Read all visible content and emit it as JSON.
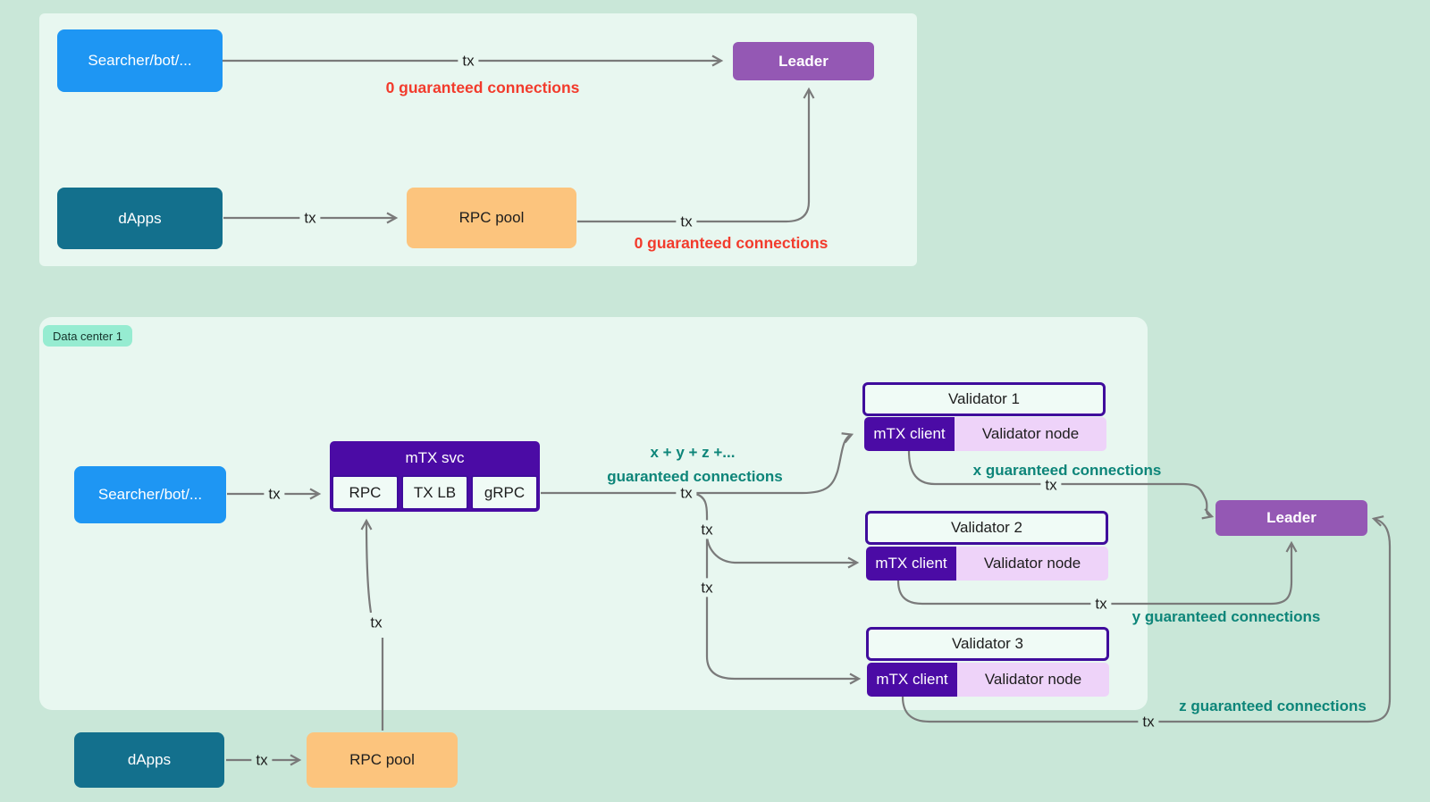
{
  "colors": {
    "outer_bg": "#c9e7d8",
    "panel_bg": "#e8f7f0",
    "blue": "#1e96f3",
    "teal_box": "#13708d",
    "purple": "#9458b4",
    "deep_purple": "#4b0ba5",
    "lavender": "#eed3f9",
    "orange": "#fcc47d",
    "cell_bg": "#f0fbf6",
    "red": "#f23b2c",
    "teal_text": "#0d8579",
    "line": "#7a7a7a",
    "pill_bg": "#96ecd1",
    "border_purple": "#3f0c9c",
    "text_dark": "#1d1d1d"
  },
  "top_panel": {
    "searcher": "Searcher/bot/...",
    "leader": "Leader",
    "dapps": "dApps",
    "rpc_pool": "RPC pool",
    "warning_top": "0 guaranteed connections",
    "warning_bottom": "0 guaranteed connections",
    "tx": "tx"
  },
  "bottom_panel": {
    "title": "Data center 1",
    "searcher": "Searcher/bot/...",
    "tx": "tx",
    "mtx_svc": {
      "header": "mTX svc",
      "cells": [
        "RPC",
        "TX LB",
        "gRPC"
      ]
    },
    "sum_line1": "x + y + z +...",
    "sum_line2": "guaranteed connections",
    "validators": [
      {
        "title": "Validator 1",
        "client": "mTX client",
        "node": "Validator node"
      },
      {
        "title": "Validator 2",
        "client": "mTX client",
        "node": "Validator node"
      },
      {
        "title": "Validator 3",
        "client": "mTX client",
        "node": "Validator node"
      }
    ],
    "leader": "Leader",
    "conn_x": "x guaranteed connections",
    "conn_y": "y guaranteed connections",
    "conn_z": "z guaranteed connections",
    "dapps": "dApps",
    "rpc_pool": "RPC pool"
  }
}
